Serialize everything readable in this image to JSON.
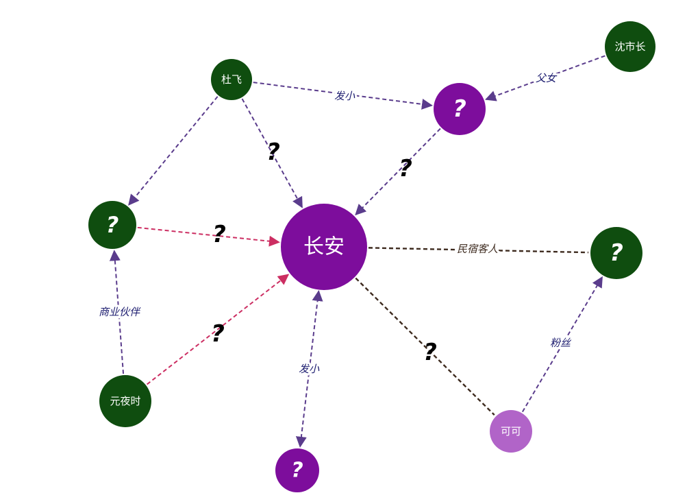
{
  "colors": {
    "dark_green": "#0f4d0f",
    "purple": "#7d0d9c",
    "light_purple": "#b164c8",
    "edge_purple": "#5a3c8c",
    "edge_red": "#cc2e62",
    "edge_brown": "#3d2a1e",
    "label_navy": "#1a1a6e",
    "label_brown": "#3d2a1e"
  },
  "nodes": [
    {
      "id": "changan",
      "label": "长安",
      "color": "purple"
    },
    {
      "id": "dufei",
      "label": "杜飞",
      "color": "dark_green"
    },
    {
      "id": "shenshizhang",
      "label": "沈市长",
      "color": "dark_green"
    },
    {
      "id": "unknown_top",
      "label": "?",
      "color": "purple"
    },
    {
      "id": "unknown_left",
      "label": "?",
      "color": "dark_green"
    },
    {
      "id": "unknown_right",
      "label": "?",
      "color": "dark_green"
    },
    {
      "id": "yuanyeshi",
      "label": "元夜时",
      "color": "dark_green"
    },
    {
      "id": "unknown_bottom",
      "label": "?",
      "color": "purple"
    },
    {
      "id": "keke",
      "label": "可可",
      "color": "light_purple"
    }
  ],
  "edges": [
    {
      "from": "dufei",
      "to": "unknown_top",
      "label": "发小",
      "color": "edge_purple"
    },
    {
      "from": "shenshizhang",
      "to": "unknown_top",
      "label": "父女",
      "color": "edge_purple"
    },
    {
      "from": "dufei",
      "to": "unknown_left",
      "label": "",
      "color": "edge_purple"
    },
    {
      "from": "dufei",
      "to": "changan",
      "label": "?",
      "color": "edge_purple"
    },
    {
      "from": "unknown_top",
      "to": "changan",
      "label": "?",
      "color": "edge_purple"
    },
    {
      "from": "unknown_left",
      "to": "changan",
      "label": "?",
      "color": "edge_red"
    },
    {
      "from": "yuanyeshi",
      "to": "unknown_left",
      "label": "商业伙伴",
      "color": "edge_purple"
    },
    {
      "from": "yuanyeshi",
      "to": "changan",
      "label": "?",
      "color": "edge_red"
    },
    {
      "from": "changan",
      "to": "unknown_right",
      "label": "民宿客人",
      "color": "edge_brown"
    },
    {
      "from": "changan",
      "to": "keke",
      "label": "?",
      "color": "edge_brown"
    },
    {
      "from": "keke",
      "to": "unknown_right",
      "label": "粉丝",
      "color": "edge_purple"
    },
    {
      "from": "changan",
      "to": "unknown_bottom",
      "label": "发小",
      "color": "edge_purple"
    }
  ]
}
